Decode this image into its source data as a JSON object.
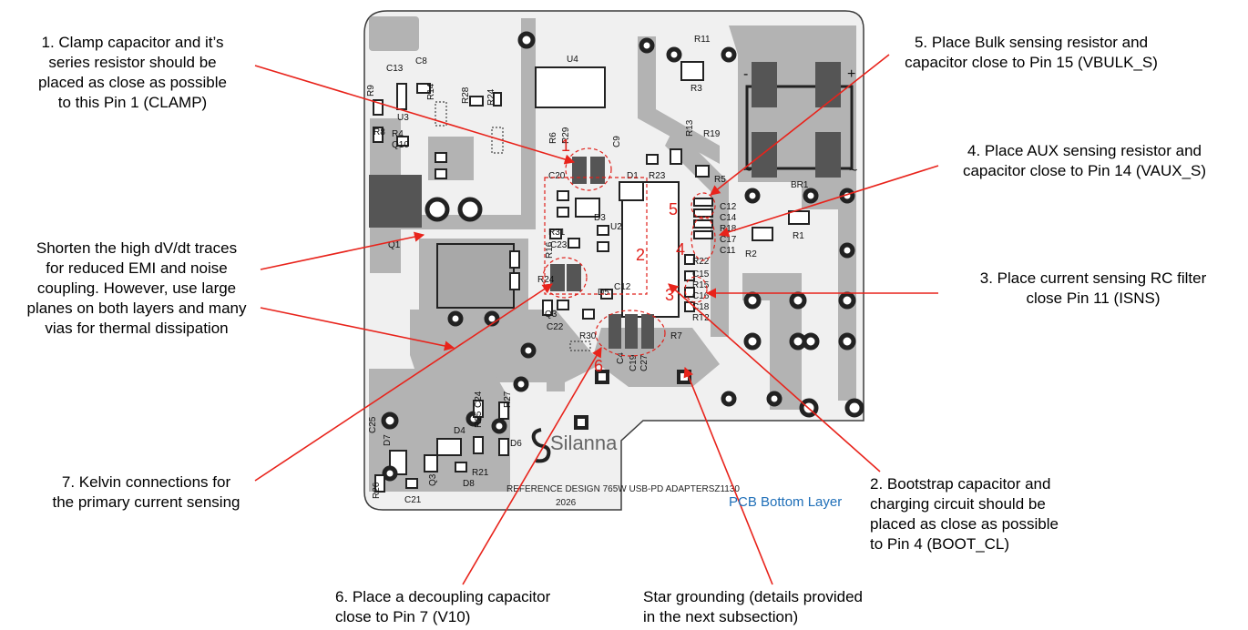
{
  "colors": {
    "board": "#f0f0f0",
    "board_outline": "#3c3c3c",
    "copper": "#b3b3b3",
    "pad": "#dcdcdc",
    "pad_dark": "#555555",
    "callout_line": "#e8231b",
    "callout_mark": "#e0201a",
    "layer_label": "#1f6fb8"
  },
  "annotations": [
    {
      "id": "clamp",
      "text": "1. Clamp capacitor and it’s\nseries resistor should be\nplaced as close as possible\nto this Pin 1 (CLAMP)"
    },
    {
      "id": "dvdt",
      "text": "Shorten the high dV/dt traces\nfor reduced EMI and noise\ncoupling. However, use large\nplanes on both layers and many\nvias for thermal dissipation"
    },
    {
      "id": "kelvin",
      "text": "7. Kelvin connections for\nthe primary current sensing"
    },
    {
      "id": "decoupling",
      "text": "6. Place a decoupling capacitor\nclose to Pin 7 (V10)"
    },
    {
      "id": "star",
      "text": "Star grounding (details provided\nin the next subsection)"
    },
    {
      "id": "bootstrap",
      "text": "2. Bootstrap capacitor and\ncharging circuit should be\nplaced as close as possible\nto Pin 4 (BOOT_CL)"
    },
    {
      "id": "isns",
      "text": "3. Place current sensing RC filter\nclose Pin 11 (ISNS)"
    },
    {
      "id": "aux",
      "text": "4. Place AUX sensing resistor and\ncapacitor close to Pin 14 (VAUX_S)"
    },
    {
      "id": "bulk",
      "text": "5. Place Bulk sensing resistor and\ncapacitor close to Pin 15 (VBULK_S)"
    }
  ],
  "pcb": {
    "layer_label": "PCB Bottom Layer",
    "brand": "Silanna",
    "silk_title": "REFERENCE DESIGN 765W USB-PD ADAPTERSZ1130",
    "silk_year": "2026",
    "callout_numbers": [
      "1",
      "2",
      "3",
      "4",
      "5",
      "6"
    ],
    "refdes": [
      "U4",
      "R11",
      "R3",
      "C13",
      "C8",
      "R9",
      "R14",
      "U3",
      "R8",
      "R4",
      "Q10",
      "R28",
      "R24",
      "R6",
      "R29",
      "C9",
      "R13",
      "R19",
      "C20",
      "D1",
      "R23",
      "R5",
      "D3",
      "U2",
      "R31",
      "C23",
      "R16",
      "C12",
      "Q1",
      "R24",
      "Q3",
      "C22",
      "D5",
      "R30",
      "C4",
      "C19",
      "C27",
      "R7",
      "C12",
      "C14",
      "R18",
      "C17",
      "C11",
      "R22",
      "C15",
      "R15",
      "C16",
      "C18",
      "RT2",
      "R2",
      "R1",
      "BR1",
      "C25",
      "D4",
      "R25",
      "C24",
      "R27",
      "D7",
      "D6",
      "Q3",
      "D8",
      "R21",
      "R26",
      "C21"
    ],
    "polarity": [
      "-",
      "+",
      "~",
      "~"
    ]
  }
}
